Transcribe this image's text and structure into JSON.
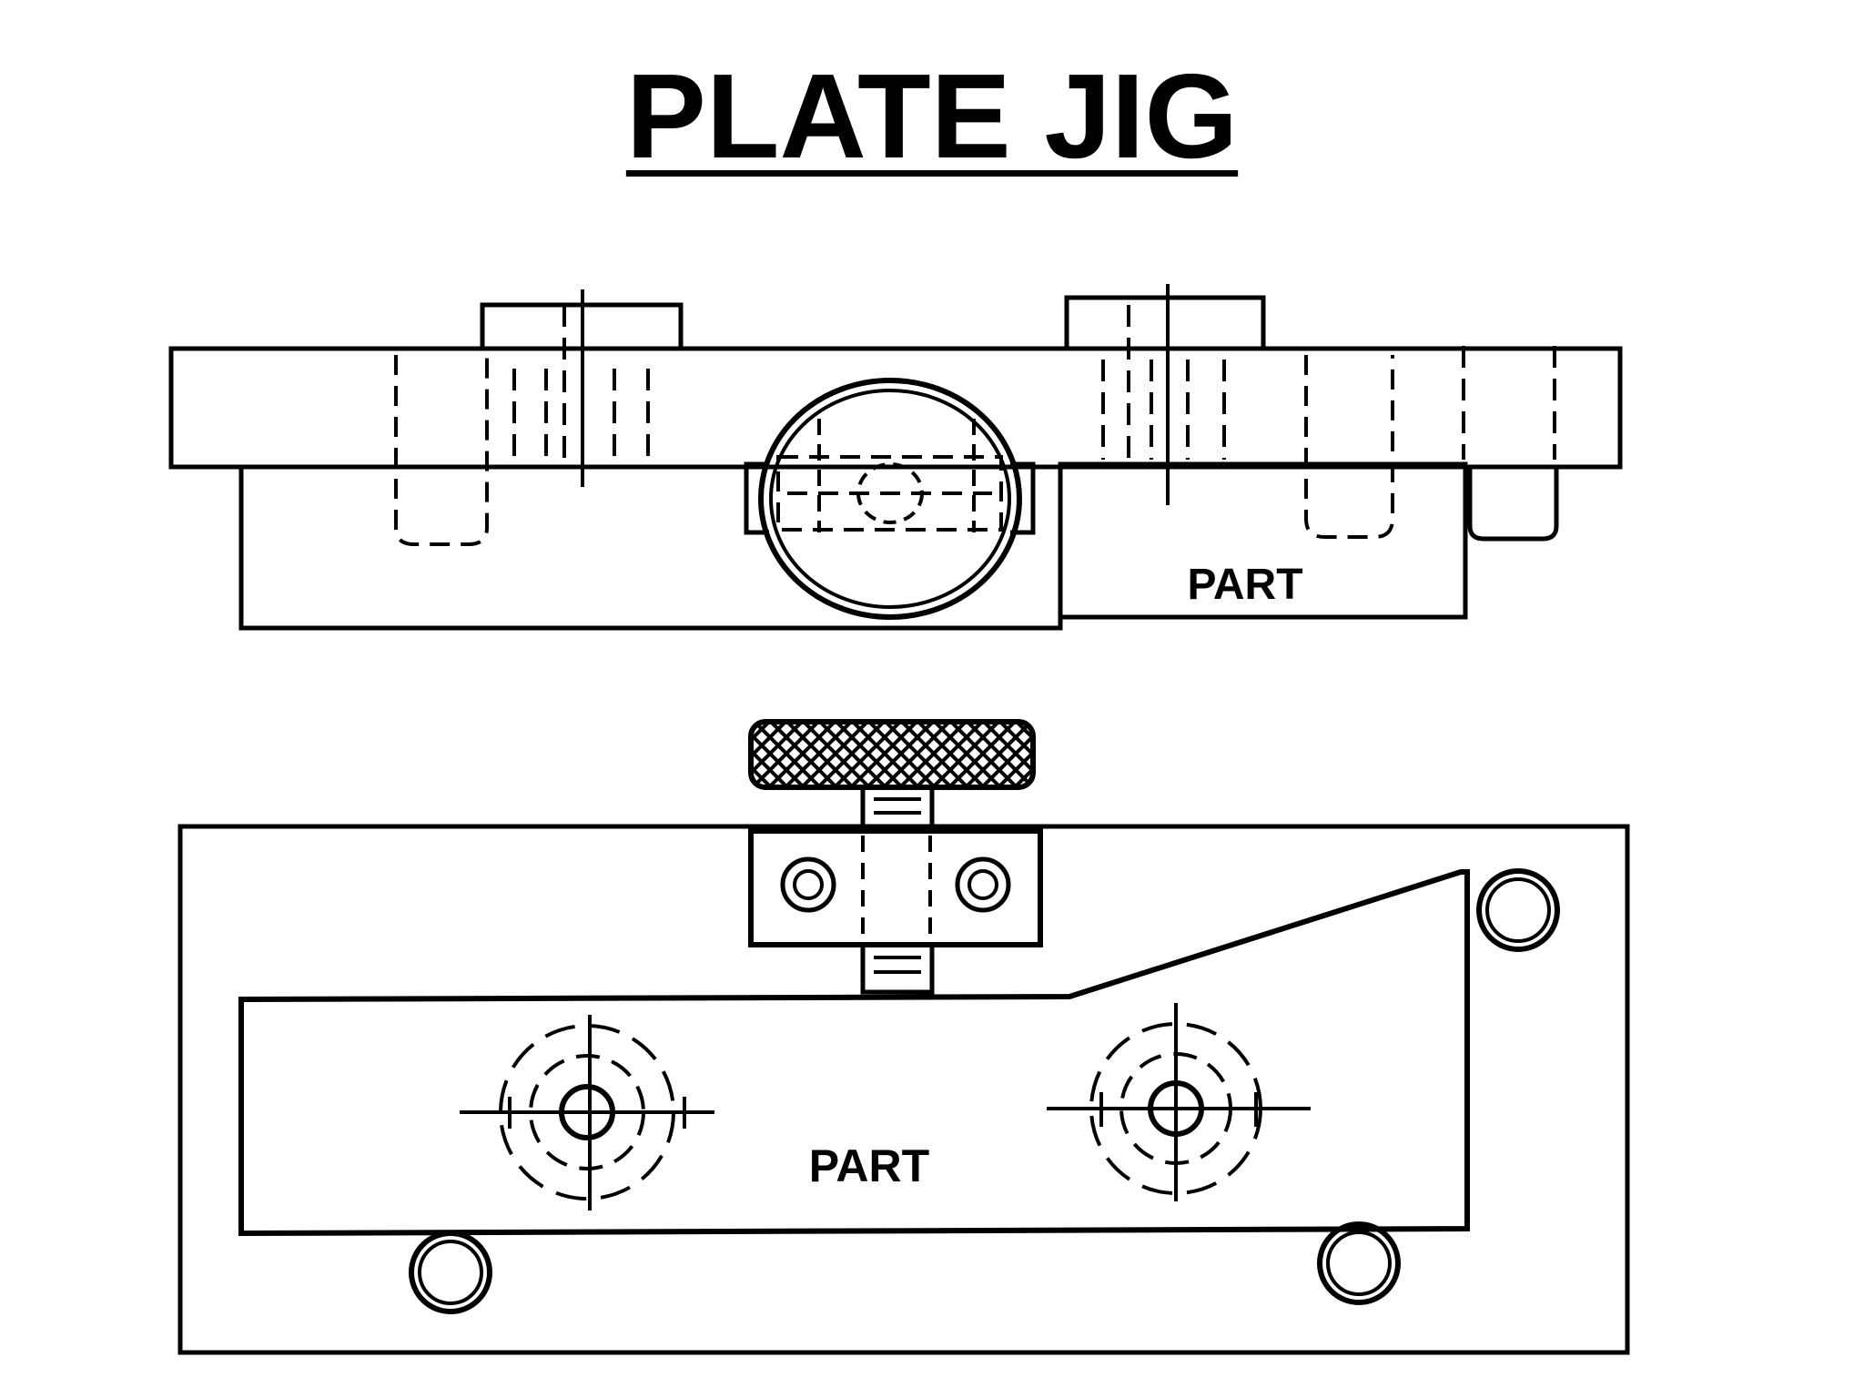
{
  "title": "PLATE JIG",
  "labels": {
    "side_view_part": "PART",
    "top_view_part": "PART"
  },
  "colors": {
    "line": "#000000",
    "background": "#ffffff"
  }
}
